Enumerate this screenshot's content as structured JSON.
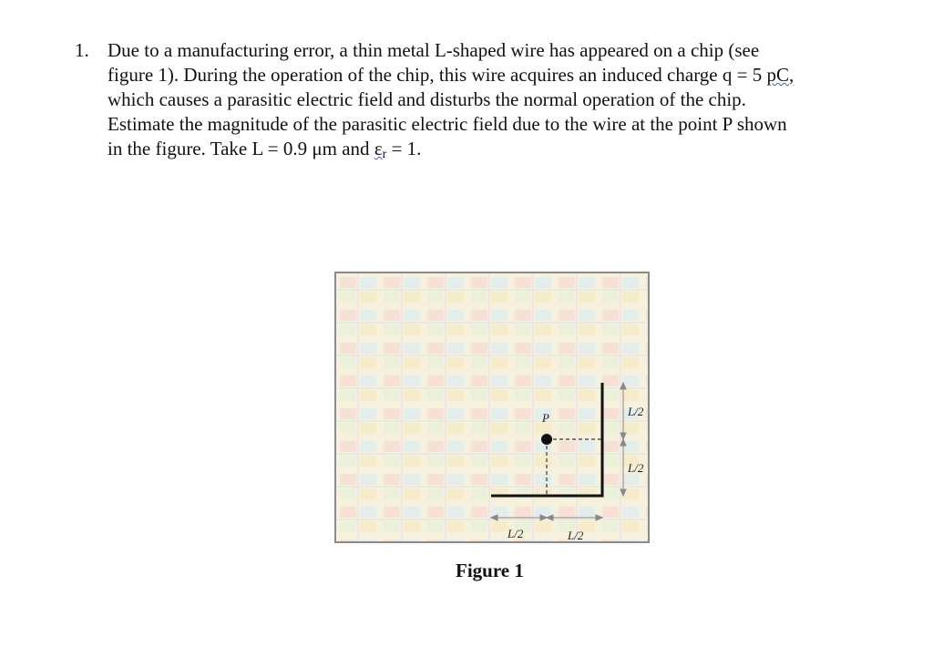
{
  "problem": {
    "number": "1.",
    "lines": [
      "Due to a manufacturing error, a thin metal L-shaped wire has appeared on a chip (see",
      "figure 1). During the operation of the chip, this wire acquires an induced charge q = 5 ",
      "which causes a parasitic electric field and disturbs the normal operation of the chip.",
      "Estimate the magnitude of the parasitic electric field due to the wire at the point P shown",
      "in the figure. Take L = 0.9 μm and "
    ],
    "charge_unit": "pC,",
    "epsilon_symbol": "ε",
    "epsilon_sub": "r",
    "epsilon_tail": " = 1."
  },
  "figure": {
    "point_label": "P",
    "vertical_labels": [
      "L/2",
      "L/2"
    ],
    "horizontal_labels": [
      "L/2",
      "L/2"
    ],
    "caption": "Figure 1",
    "colors": {
      "background": "#f3ecd2",
      "wire": "#111111",
      "border": "#8a8a8a"
    }
  }
}
